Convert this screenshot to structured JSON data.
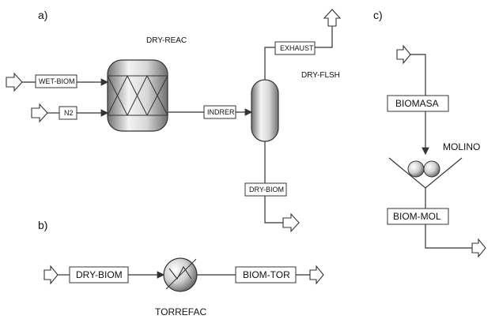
{
  "panels": {
    "a": "a)",
    "b": "b)",
    "c": "c)"
  },
  "units": {
    "dry_reac": "DRY-REAC",
    "dry_flsh": "DRY-FLSH",
    "torrefac": "TORREFAC",
    "molino": "MOLINO"
  },
  "streams": {
    "wet_biom": "WET-BIOM",
    "n2": "N2",
    "indrer": "INDRER",
    "exhaust": "EXHAUST",
    "dry_biom_a": "DRY-BIOM",
    "dry_biom_b": "DRY-BIOM",
    "biom_tor": "BIOM-TOR",
    "biomasa": "BIOMASA",
    "biom_mol": "BIOM-MOL"
  },
  "colors": {
    "line": "#333333",
    "vessel_light": "#f2f2f2",
    "vessel_dark": "#6f6f6f"
  }
}
